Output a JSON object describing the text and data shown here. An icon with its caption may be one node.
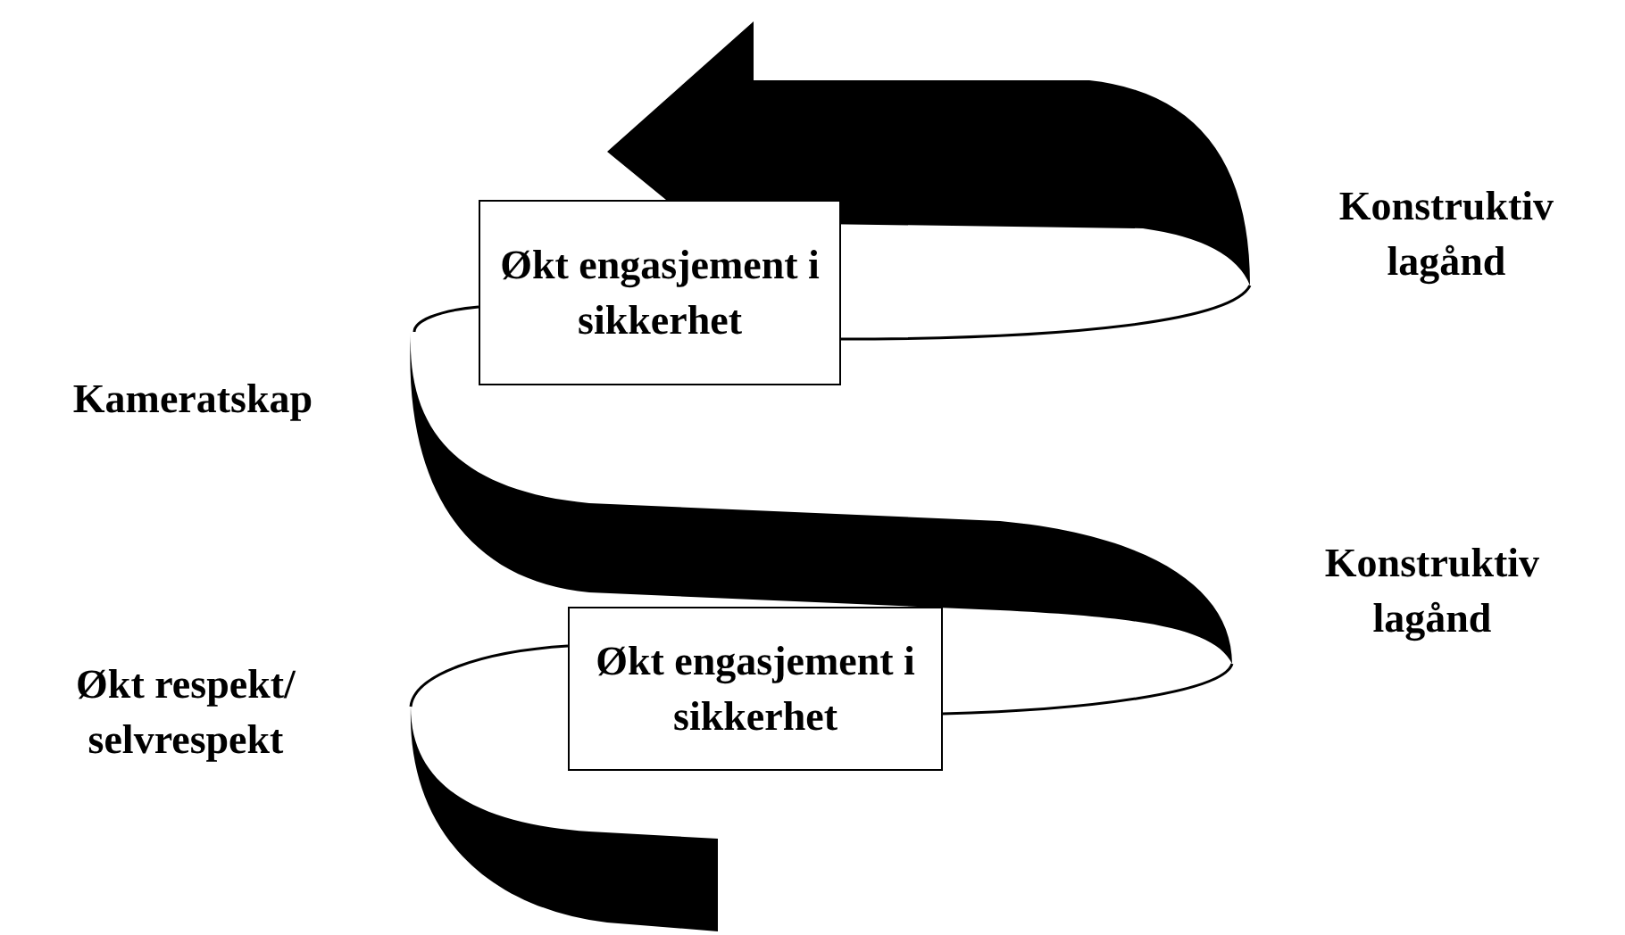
{
  "diagram": {
    "nodes": [
      {
        "text": [
          "Økt engasjement i sikkerhet"
        ]
      },
      {
        "text": [
          "Økt engasjement i sikkerhet"
        ]
      }
    ],
    "labels": [
      "Konstruktiv lagånd",
      "Kameratskap",
      "Konstruktiv lagånd",
      "Økt respekt/ selvrespekt"
    ]
  }
}
